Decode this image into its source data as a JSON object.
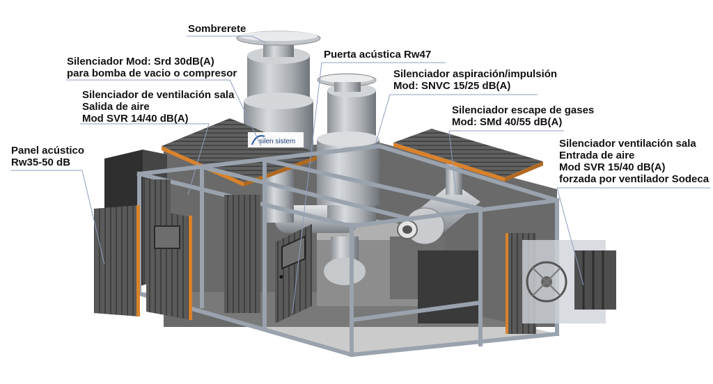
{
  "labels": {
    "sombrerete": "Sombrerete",
    "srd": [
      "Silenciador Mod: Srd 30dB(A)",
      "para bomba de vacio o compresor"
    ],
    "puerta": "Puerta acústica Rw47",
    "snvc": [
      "Silenciador aspiración/impulsión",
      "Mod: SNVC 15/25 dB(A)"
    ],
    "svr14": [
      "Silenciador de ventilación sala",
      "Salida de aire",
      "Mod SVR 14/40 dB(A)"
    ],
    "smd": [
      "Silenciador escape de gases",
      "Mod: SMd 40/55 dB(A)"
    ],
    "panel": [
      "Panel acústico",
      "Rw35-50 dB"
    ],
    "svr15": [
      "Silenciador ventilación sala",
      "Entrada de aire",
      "Mod SVR 15/40 dB(A)",
      "forzada por ventilador Sodeca"
    ]
  },
  "brand": {
    "logo_text": "silen sistem"
  },
  "colors": {
    "frame": "#9aa3ad",
    "roof_panel": "#5e5e5e",
    "roof_edge": "#d9822b",
    "metal": "#b4b8bd",
    "dark": "#3b3b3b"
  }
}
